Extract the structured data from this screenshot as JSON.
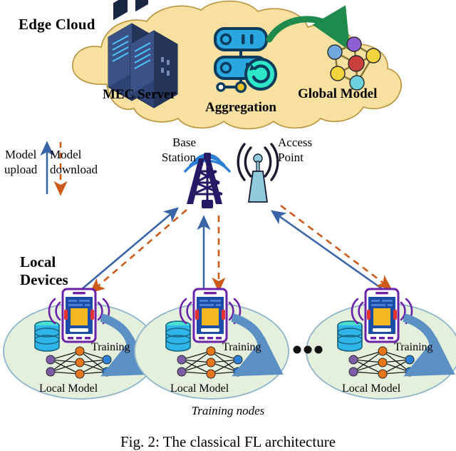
{
  "figure": {
    "caption": "Fig. 2: The classical FL architecture",
    "subcaption": "Training nodes"
  },
  "edge_cloud": {
    "title": "Edge Cloud",
    "fill_color": "#F7E0A0",
    "stroke_color": "#B8923A",
    "items": [
      {
        "label": "MEC Server",
        "icon": "server-rack-icon",
        "color": "#2E4374"
      },
      {
        "label": "Aggregation",
        "icon": "aggregation-server-icon",
        "color": "#29A8E0"
      },
      {
        "label": "Global Model",
        "icon": "neural-network-graph-icon",
        "color": "#C0392B"
      }
    ],
    "flow_arrow": {
      "icon": "curved-arrow-icon",
      "color": "#1E8A4C"
    }
  },
  "legend": {
    "upload": {
      "line1": "Model",
      "line2": "upload",
      "style": "solid",
      "direction": "up",
      "color": "#3A64A8"
    },
    "download": {
      "line1": "Model",
      "line2": "download",
      "style": "dashed",
      "direction": "down",
      "color": "#CC5B1A"
    }
  },
  "network": {
    "base_station": {
      "line1": "Base",
      "line2": "Station",
      "icon": "cell-tower-icon",
      "color": "#241A66",
      "signal_color": "#2B7FD4"
    },
    "access_point": {
      "line1": "Access",
      "line2": "Point",
      "icon": "wifi-access-point-icon",
      "color": "#8FCBDB",
      "signal_color": "#1A1A2E"
    }
  },
  "local": {
    "title_line1": "Local",
    "title_line2": "Devices",
    "ellipsis": "•••",
    "node_fill": "#E4EFDC",
    "node_stroke": "#8FB4CC",
    "nodes": [
      {
        "training_label": "Training",
        "model_label": "Local Model",
        "device_icon": "smartphone-icon",
        "database_icon": "database-icon"
      },
      {
        "training_label": "Training",
        "model_label": "Local Model",
        "device_icon": "smartphone-icon",
        "database_icon": "database-icon"
      },
      {
        "training_label": "Training",
        "model_label": "Local Model",
        "device_icon": "smartphone-icon",
        "database_icon": "database-icon"
      }
    ],
    "neural_net": {
      "input_color": "#7B5EA7",
      "hidden_color": "#E8751A",
      "output_color": "#2B7FD4",
      "input_count": 2,
      "hidden_count": 3,
      "output_count": 2
    },
    "training_arrow_color": "#5B90C4"
  },
  "colors": {
    "upload_blue": "#3A64A8",
    "download_orange": "#CC5B1A",
    "phone_purple": "#6B21A8",
    "phone_screen": "#1B4CA8",
    "phone_accent": "#F5B921"
  }
}
